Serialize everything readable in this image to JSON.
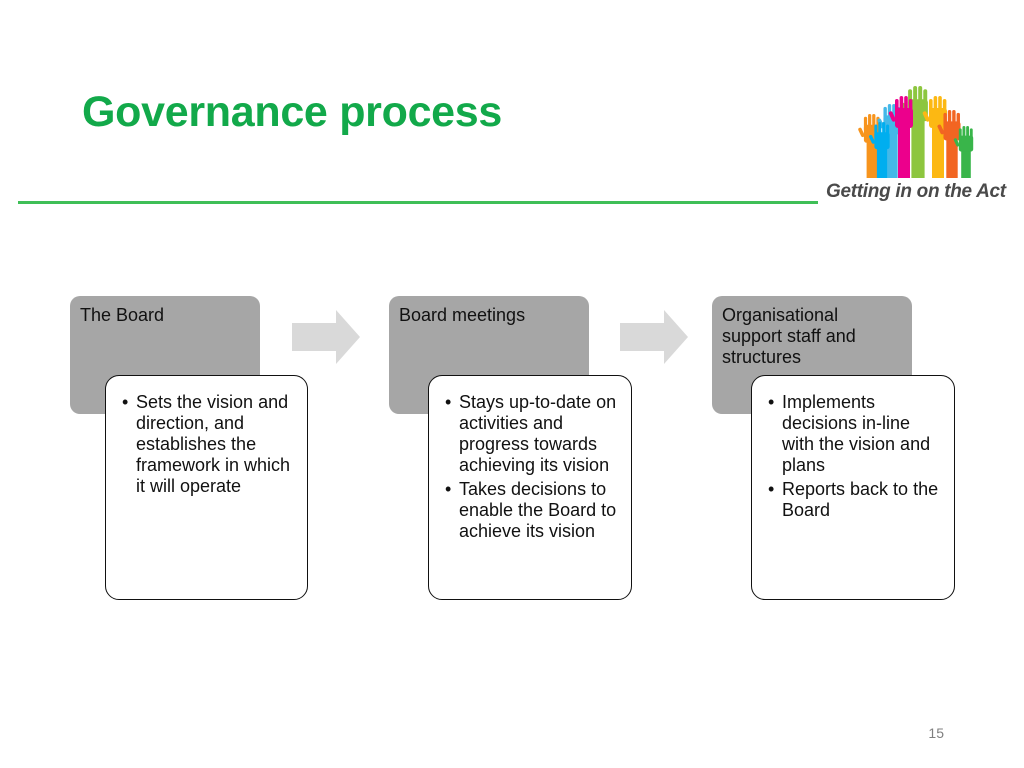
{
  "slide": {
    "title": "Governance process",
    "page_number": "15"
  },
  "logo": {
    "text": "Getting in on the Act",
    "hand_colors": [
      "#f7941d",
      "#44b8e8",
      "#8dc63f",
      "#ec008c",
      "#fcb813",
      "#f26522",
      "#00aeef",
      "#39b54a"
    ]
  },
  "colors": {
    "title": "#12a94a",
    "rule": "#3fbf57",
    "header_fill": "#a6a6a6",
    "arrow_fill": "#d9d9d9"
  },
  "steps": [
    {
      "header": "The Board",
      "bullets": [
        "Sets the vision and direction, and establishes the framework in which it will operate"
      ]
    },
    {
      "header": "Board meetings",
      "bullets": [
        "Stays up-to-date on activities and progress towards achieving its vision",
        "Takes decisions to enable the Board to achieve its vision"
      ]
    },
    {
      "header": "Organisational support staff and structures",
      "bullets": [
        "Implements decisions in-line with the vision and plans",
        "Reports back to the Board"
      ]
    }
  ]
}
